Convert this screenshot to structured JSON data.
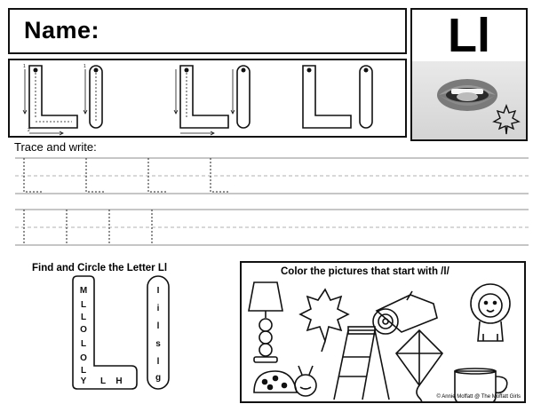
{
  "header": {
    "name_label": "Name:",
    "letter": "Ll"
  },
  "trace_section": {
    "title": "Trace and write:",
    "tracing_letters": [
      "Ll",
      "Ll",
      "Ll"
    ],
    "stroke_numbers": [
      "1",
      "2",
      "1"
    ]
  },
  "find_section": {
    "title": "Find and Circle the Letter Ll",
    "left_letters_vertical": [
      "M",
      "L",
      "L",
      "O",
      "L",
      "O",
      "L"
    ],
    "left_letters_bottom": [
      "Y",
      "L",
      "H"
    ],
    "right_letters": [
      "I",
      "i",
      "l",
      "s",
      "l",
      "g"
    ]
  },
  "color_section": {
    "title": "Color the pictures that start with /l/",
    "pictures": [
      "lamp-icon",
      "leaf-icon",
      "log-icon",
      "lion-icon",
      "ladybug-icon",
      "ladder-icon",
      "kite-icon",
      "mug-icon"
    ]
  },
  "footer": {
    "credit": "© Annie Moffatt @ The Moffatt Girls"
  }
}
